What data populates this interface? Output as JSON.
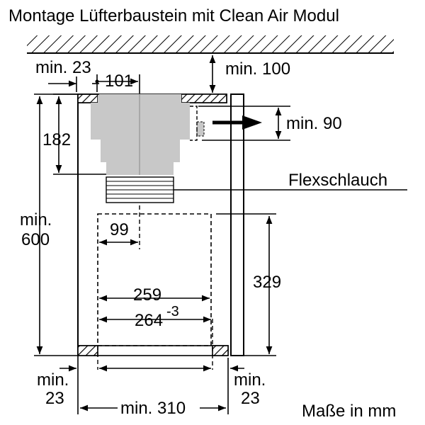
{
  "title": "Montage Lüfterbaustein mit Clean Air Modul",
  "units_note": "Maße in mm",
  "labels": {
    "flexschlauch": "Flexschlauch",
    "min23_top": "min. 23",
    "w101": "101",
    "min100": "min. 100",
    "h182": "182",
    "min90": "min. 90",
    "min_word": "min.",
    "v600": "600",
    "w99": "99",
    "h329": "329",
    "w259": "259",
    "w264": "264",
    "tol264": "-3",
    "min_bl": "min.",
    "v23_bl": "23",
    "min_br": "min.",
    "v23_br": "23",
    "min310": "min. 310"
  },
  "colors": {
    "line": "#000000",
    "module_fill": "#c8c8c8",
    "hatch": "#000000",
    "background": "#ffffff"
  }
}
